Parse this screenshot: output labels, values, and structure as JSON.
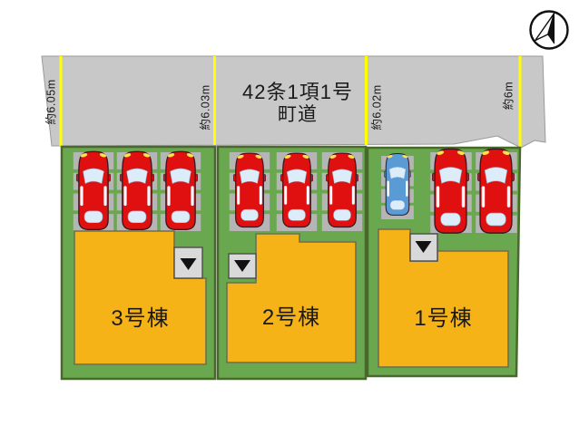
{
  "plan": {
    "road": {
      "name_line1": "42条1項1号",
      "name_line2": "町道",
      "description": "road strip across the top of the site plan"
    },
    "boundary_measurements": [
      {
        "text": "約6.05m"
      },
      {
        "text": "約6.03m"
      },
      {
        "text": "約6.02m"
      },
      {
        "text": "約6m"
      }
    ],
    "lots": [
      {
        "building_label": "3号棟",
        "parking_spaces": 3,
        "cars": [
          "red",
          "red",
          "red"
        ]
      },
      {
        "building_label": "2号棟",
        "parking_spaces": 3,
        "cars": [
          "red",
          "red",
          "red"
        ]
      },
      {
        "building_label": "1号棟",
        "parking_spaces": 3,
        "cars": [
          "blue",
          "red",
          "red"
        ]
      }
    ],
    "compass": {
      "icon": "north-arrow"
    },
    "colors": {
      "lot_green": "#6aa84f",
      "lot_border_green": "#49682b",
      "building_yellow": "#f6b317",
      "road_gray": "#c8c8c8",
      "parking_pad_gray": "#b5b5b5",
      "car_red": "#e01010",
      "car_blue": "#5b9bd5",
      "boundary_line_yellow": "#ffff00",
      "entrance_marker_gray": "#d9d9d9"
    }
  }
}
